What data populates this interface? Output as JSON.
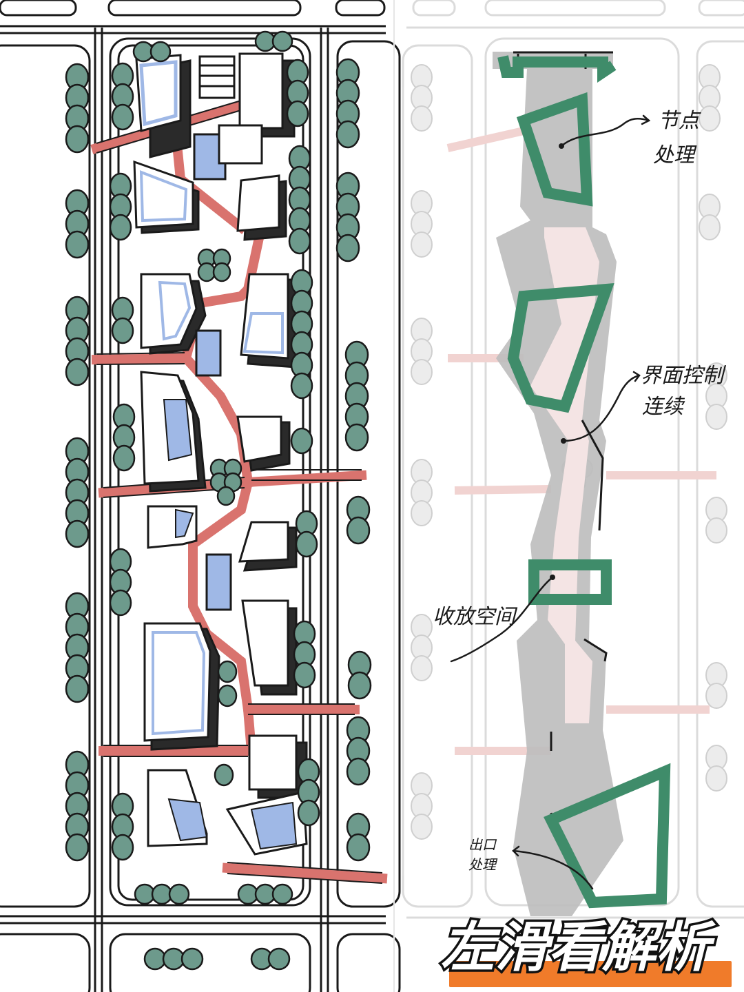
{
  "annotations": {
    "node": [
      "节点",
      "处理"
    ],
    "interface": [
      "界面控制",
      "连续"
    ],
    "open_close": "收放空间",
    "exit": [
      "出口",
      "处理"
    ]
  },
  "banner": {
    "text": "左滑看解析",
    "accent_color": "#f07b2a"
  },
  "colors": {
    "road_red": "#d9736e",
    "tree_green": "#6d9a8c",
    "analysis_green": "#3f8c6a",
    "glass_blue": "#9fb8e6",
    "analysis_gray": "#9a9a9a"
  }
}
